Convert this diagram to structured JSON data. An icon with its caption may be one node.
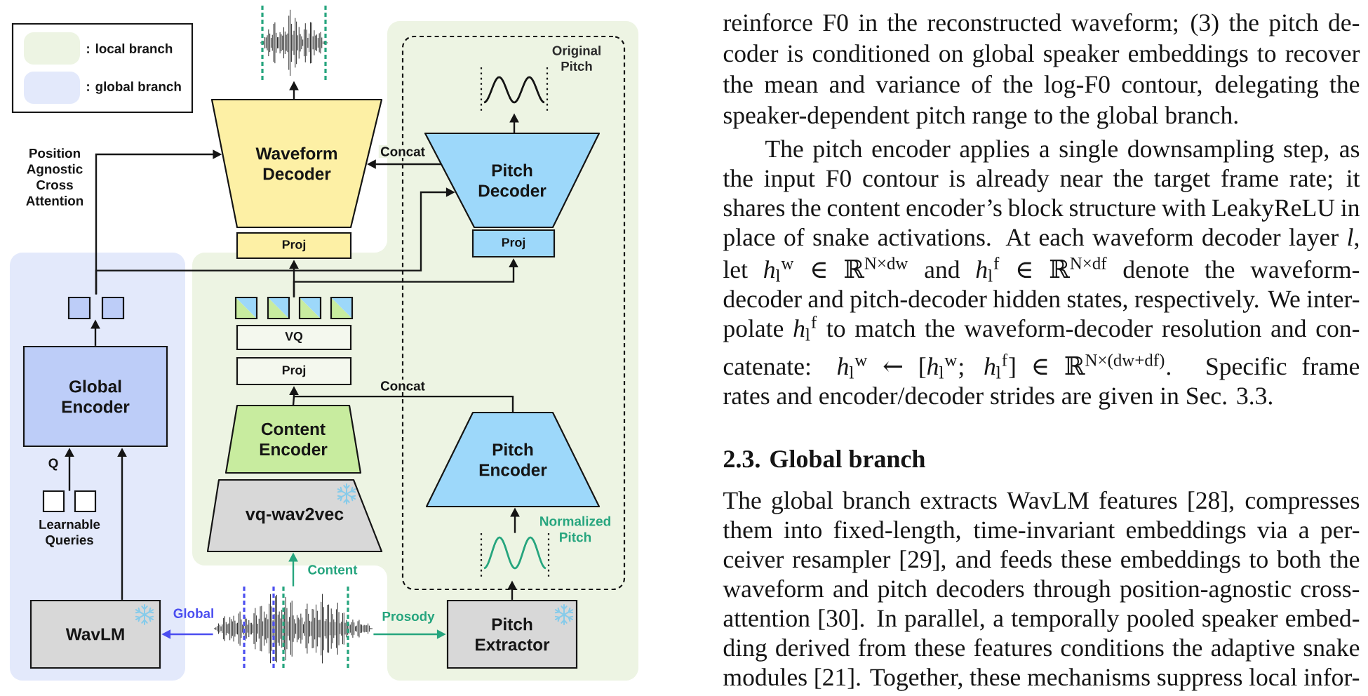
{
  "diagram": {
    "nodes": [
      {
        "text": [],
        "shape": "picture"
      },
      {
        "text": [
          "Waveform Decoder"
        ]
      },
      {
        "text": [
          "Proj"
        ]
      },
      {
        "text": [],
        "shape": "box"
      },
      {
        "text": [],
        "shape": "box",
        "in": 3
      },
      {
        "text": [],
        "shape": "picture",
        "in": 4,
        "beside": [
          "Original Pitch"
        ]
      },
      {
        "text": [
          "Pitch Decoder"
        ],
        "in": 4
      },
      {
        "text": [
          "Proj"
        ],
        "in": 4
      },
      {
        "text": [],
        "shape": "box"
      },
      {
        "text": [],
        "shape": "box",
        "in": 8
      },
      {
        "text": [],
        "shape": "box",
        "in": 3
      },
      {
        "text": [
          "VQ"
        ],
        "in": 3
      },
      {
        "text": [
          "Proj"
        ],
        "in": 3
      },
      {
        "text": [
          "Global Encoder"
        ],
        "in": 8
      },
      {
        "text": [
          "Content Encoder"
        ],
        "in": 3
      },
      {
        "text": [
          "Pitch Encoder"
        ],
        "in": 4
      },
      {
        "text": [],
        "shape": "box",
        "in": 8,
        "beside": [
          "Learnable Queries"
        ]
      },
      {
        "text": [
          "vq-wav2vec"
        ],
        "in": 3
      },
      {
        "text": [],
        "shape": "picture",
        "in": 4,
        "beside": [
          "Normalized Pitch"
        ]
      },
      {
        "text": [
          "WavLM"
        ],
        "in": 8
      },
      {
        "text": [],
        "shape": "picture"
      },
      {
        "text": [
          "Pitch Extractor"
        ],
        "in": 3
      }
    ],
    "edges": [
      {
        "from": 1,
        "to": 0,
        "arrow": "to"
      },
      {
        "from": 6,
        "to": 5,
        "arrow": "to"
      },
      {
        "from": 6,
        "to": 1,
        "arrow": "to",
        "label": "Concat"
      },
      {
        "from": 9,
        "to": 1,
        "arrow": "to",
        "label": "Position Agnostic Cross Attention"
      },
      {
        "from": 9,
        "to": 6,
        "arrow": "to"
      },
      {
        "from": 10,
        "to": 2,
        "arrow": "to"
      },
      {
        "from": 10,
        "to": 7,
        "arrow": "to"
      },
      {
        "from": 13,
        "to": 9,
        "arrow": "to"
      },
      {
        "from": 14,
        "to": 12,
        "arrow": "to"
      },
      {
        "from": 15,
        "to": 12,
        "arrow": "to",
        "label": "Concat"
      },
      {
        "from": 16,
        "to": 13,
        "arrow": "to",
        "label": "Q"
      },
      {
        "from": 19,
        "to": 13,
        "arrow": "to"
      },
      {
        "from": 18,
        "to": 15,
        "arrow": "to"
      },
      {
        "from": 21,
        "to": 18,
        "arrow": "to"
      },
      {
        "from": 20,
        "to": 19,
        "arrow": "to",
        "label": "Global",
        "color": "#4b4ef0"
      },
      {
        "from": 20,
        "to": 17,
        "arrow": "to",
        "label": "Content",
        "color": "#26a57e"
      },
      {
        "from": 20,
        "to": 21,
        "arrow": "to",
        "label": "Prosody",
        "color": "#26a57e"
      }
    ],
    "labels": [
      "reinforce F0 in the reconstructed waveform; (3) the pitch de- coder is conditioned on global speaker embeddings to recover the mean and variance of the log-F0 contour, delegating the speaker-dependent pitch range to the global branch.",
      "The pitch encoder applies a single downsampling step, as the input F0 contour is already near the target frame rate; it shares the content encoder’s block structure with LeakyReLU in place of snake activations. At each waveform decoder layer *l*, let *h*$_{l}$$^{w}$ ∈ ℝ$^{N×dw}$ and *h*$_{l}$$^{f}$ ∈ ℝ$^{N×df}$ denote the waveform- decoder and pitch-decoder hidden states, respectively. We inter- polate *h*$_{l}$$^{f}$ to match the waveform-decoder resolution and con- catenate: *h*$_{l}$$^{w}$ ← [*h*$_{l}$$^{w}$; *h*$_{l}$$^{f}$] ∈ ℝ$^{N×(dw+df)}$. Specific frame rates and encoder/decoder strides are given in Sec. 3.3.",
      "2.3. Global branch",
      "The global branch extracts WavLM features [28], compresses them into fixed-length, time-invariant embeddings via a per- ceiver resampler [29], and feeds these embeddings to both the waveform and pitch decoders through position-agnostic cross- attention [30]. In parallel, a temporally pooled speaker embed- ding derived from these features conditions the adaptive snake modules [21]. Together, these mechanisms suppress local infor-"
    ],
    "legend": [
      {
        "text": ": local branch",
        "color": "#edf4e3"
      },
      {
        "text": ": global branch",
        "color": "#e3e9fb"
      }
    ]
  }
}
